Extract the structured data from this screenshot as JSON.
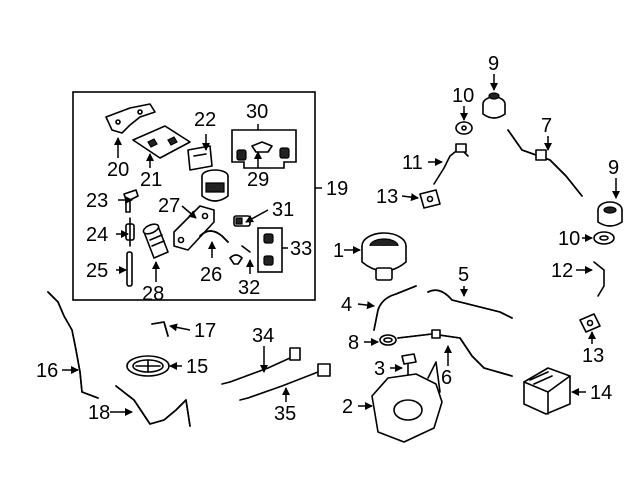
{
  "labels": {
    "p1": "1",
    "p2": "2",
    "p3": "3",
    "p4": "4",
    "p5": "5",
    "p6": "6",
    "p7": "7",
    "p8": "8",
    "p9a": "9",
    "p9b": "9",
    "p10a": "10",
    "p10b": "10",
    "p11": "11",
    "p12": "12",
    "p13a": "13",
    "p13b": "13",
    "p14": "14",
    "p15": "15",
    "p16": "16",
    "p17": "17",
    "p18": "18",
    "p19": "19",
    "p20": "20",
    "p21": "21",
    "p22": "22",
    "p23": "23",
    "p24": "24",
    "p25": "25",
    "p26": "26",
    "p27": "27",
    "p28": "28",
    "p29": "29",
    "p30": "30",
    "p31": "31",
    "p32": "32",
    "p33": "33",
    "p34": "34",
    "p35": "35"
  }
}
